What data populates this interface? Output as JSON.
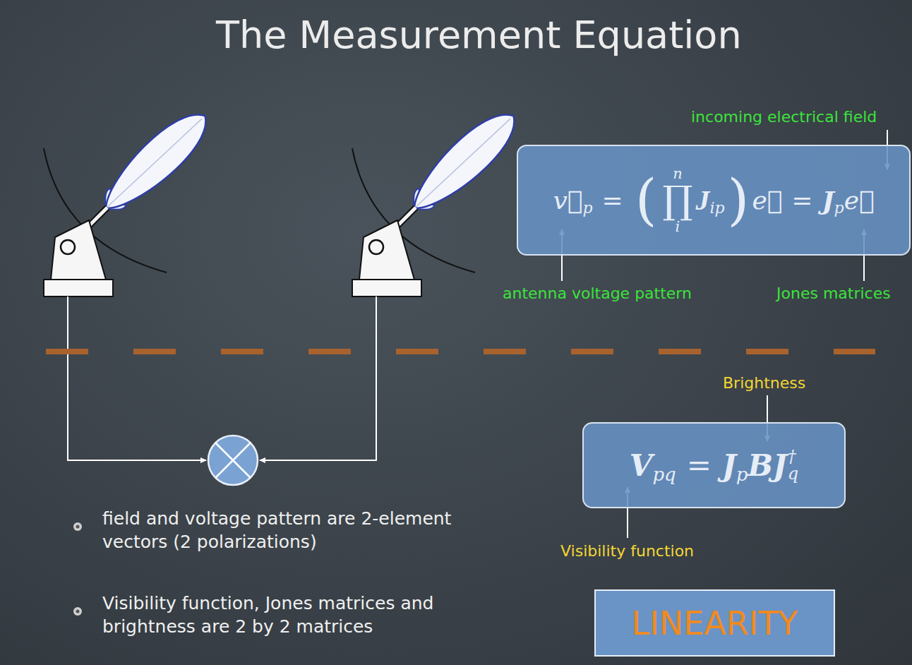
{
  "diagram": {
    "title": "The Measurement Equation",
    "nodes": [
      {
        "text": [
          "v⃗",
          "p",
          "=",
          "(",
          "n",
          "∏",
          "i",
          "J",
          "ip",
          ")",
          "e⃗",
          "=",
          "J",
          "p",
          "e⃗"
        ]
      },
      {
        "text": [
          "V",
          "pq",
          "=",
          "J",
          "p",
          "B",
          "J",
          "†",
          "q"
        ]
      },
      {
        "text": [
          "LINEARITY"
        ]
      }
    ],
    "labels": [
      "incoming electrical field",
      "antenna voltage pattern",
      "Jones matrices",
      "Brightness",
      "Visibility function",
      "field and voltage pattern are 2-element vectors (2 polarizations)",
      "Visibility function, Jones matrices and brightness are 2 by 2 matrices"
    ]
  }
}
